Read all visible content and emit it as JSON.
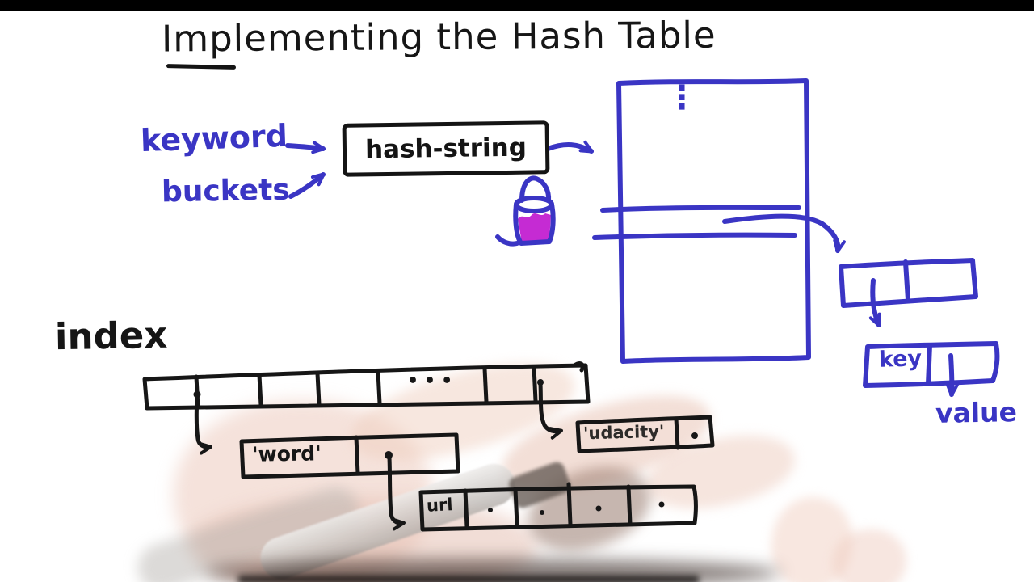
{
  "frame": {
    "title": "Implementing the Hash Table"
  },
  "annotations": {
    "keyword": "keyword",
    "buckets": "buckets",
    "hash_function": "hash-string",
    "index": "index",
    "key": "key",
    "value": "value"
  },
  "hash_table": {
    "vertical_ellipsis": "⋮"
  },
  "index_array": {
    "ellipsis": "•••"
  },
  "linked_nodes": {
    "word": "'word'",
    "udacity": "'udacity'",
    "url": "url"
  },
  "icons": {
    "bucket": "bucket-icon",
    "hand": "hand-with-marker-icon"
  },
  "colors": {
    "ink_blue": "#3a35c4",
    "ink_black": "#161616",
    "bucket_fill": "#c52bd3"
  }
}
